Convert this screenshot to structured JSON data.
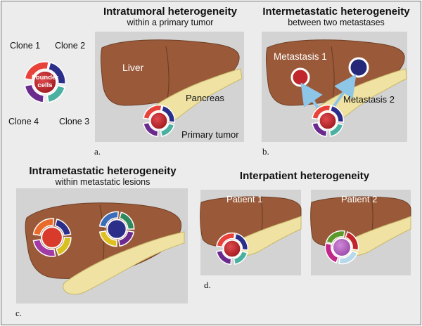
{
  "panels": {
    "a": {
      "letter": "a.",
      "title": "Intratumoral heterogeneity",
      "subtitle": "within a primary tumor",
      "labels": {
        "liver": "Liver",
        "pancreas": "Pancreas",
        "primary_tumor": "Primary tumor"
      },
      "legend": {
        "founder": "Founder\ncells",
        "founder_line1": "Founder",
        "founder_line2": "cells",
        "clone1": "Clone 1",
        "clone2": "Clone 2",
        "clone3": "Clone 3",
        "clone4": "Clone 4"
      }
    },
    "b": {
      "letter": "b.",
      "title": "Intermetastatic heterogeneity",
      "subtitle": "between two metastases",
      "labels": {
        "metastasis1": "Metastasis 1",
        "metastasis2": "Metastasis 2"
      }
    },
    "c": {
      "letter": "c.",
      "title": "Intrametastatic heterogeneity",
      "subtitle": "within metastatic lesions"
    },
    "d": {
      "letter": "d.",
      "title": "Interpatient heterogeneity",
      "labels": {
        "patient1": "Patient 1",
        "patient2": "Patient 2"
      }
    }
  },
  "colors": {
    "background": "#ececec",
    "panel": "#d2d2d2",
    "liver": "#9a5a3a",
    "pancreas": "#efe2a2",
    "founder": "#c0262c",
    "clone1": "#e8423a",
    "clone2": "#2b2f8a",
    "clone3": "#4ab0a0",
    "clone4": "#6a2a8e"
  }
}
